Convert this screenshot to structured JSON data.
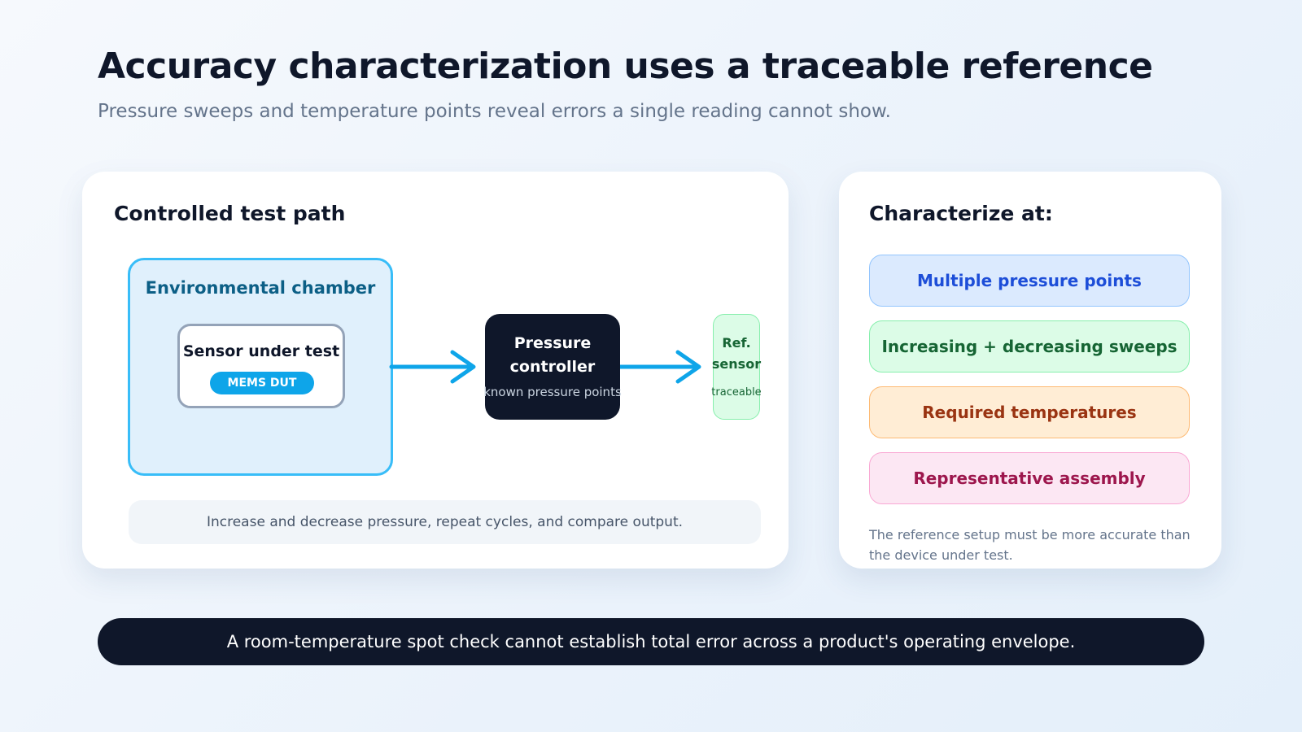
{
  "header": {
    "title": "Accuracy characterization uses a traceable reference",
    "subtitle": "Pressure sweeps and temperature points reveal errors a single reading cannot show."
  },
  "test_path": {
    "title": "Controlled test path",
    "chamber": {
      "label": "Environmental chamber",
      "dut_label": "Sensor under test",
      "dut_badge": "MEMS DUT"
    },
    "controller": {
      "label_line1": "Pressure",
      "label_line2": "controller",
      "sublabel": "known pressure points"
    },
    "reference": {
      "label_line1": "Ref.",
      "label_line2": "sensor",
      "sublabel": "traceable"
    },
    "note": "Increase and decrease pressure, repeat cycles, and compare output."
  },
  "characterize": {
    "title": "Characterize at:",
    "items": [
      "Multiple pressure points",
      "Increasing + decreasing sweeps",
      "Required temperatures",
      "Representative assembly"
    ],
    "note": "The reference setup must be more accurate than the device under test."
  },
  "footer": {
    "text": "A room-temperature spot check cannot establish total error across a product's operating envelope."
  },
  "colors": {
    "accent": "#0ea5e9",
    "dark": "#0f172a",
    "chamber_fill": "#e0f0fc",
    "arrow": "#0ea5e9"
  }
}
